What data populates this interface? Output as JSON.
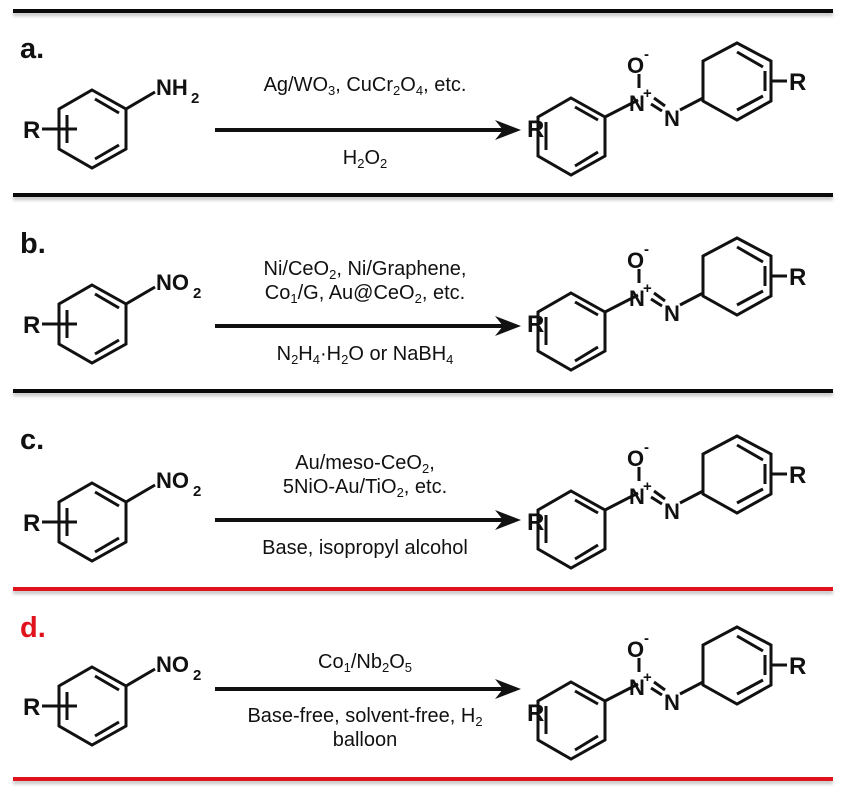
{
  "figure": {
    "accent_color": "#e0121b",
    "separator_color": "#0a0a0a"
  },
  "panels": [
    {
      "label": "a.",
      "highlight": false,
      "reactant": {
        "substituent": "R",
        "group_main": "NH",
        "group_sub": "2"
      },
      "conditions_above": [
        "Ag/WO",
        "3",
        ", CuCr",
        "2",
        "O",
        "4",
        ", etc."
      ],
      "conditions_below": [
        "H",
        "2",
        "O",
        "2",
        "",
        "",
        ""
      ],
      "product": {
        "substituent_left": "R",
        "substituent_right": "R",
        "oxygen": "O",
        "oxygen_charge": "-",
        "n_plus": "N",
        "n_plus_charge": "+",
        "n": "N"
      }
    },
    {
      "label": "b.",
      "highlight": false,
      "reactant": {
        "substituent": "R",
        "group_main": "NO",
        "group_sub": "2"
      },
      "conditions_above_line1": [
        "Ni/CeO",
        "2",
        ", Ni/Graphene,"
      ],
      "conditions_above_line2": [
        "Co",
        "1",
        "/G, Au@CeO",
        "2",
        ", etc."
      ],
      "conditions_below": [
        "N",
        "2",
        "H",
        "4",
        "·H",
        "2",
        "O or NaBH",
        "4"
      ],
      "product": {
        "substituent_left": "R",
        "substituent_right": "R",
        "oxygen": "O",
        "oxygen_charge": "-",
        "n_plus": "N",
        "n_plus_charge": "+",
        "n": "N"
      }
    },
    {
      "label": "c.",
      "highlight": false,
      "reactant": {
        "substituent": "R",
        "group_main": "NO",
        "group_sub": "2"
      },
      "conditions_above_line1": [
        "Au/meso-CeO",
        "2",
        ","
      ],
      "conditions_above_line2": [
        "5NiO-Au/TiO",
        "2",
        ", etc."
      ],
      "conditions_below": [
        "Base, isopropyl alcohol"
      ],
      "product": {
        "substituent_left": "R",
        "substituent_right": "R",
        "oxygen": "O",
        "oxygen_charge": "-",
        "n_plus": "N",
        "n_plus_charge": "+",
        "n": "N"
      }
    },
    {
      "label": "d.",
      "highlight": true,
      "reactant": {
        "substituent": "R",
        "group_main": "NO",
        "group_sub": "2"
      },
      "conditions_above": [
        "Co",
        "1",
        "/Nb",
        "2",
        "O",
        "5"
      ],
      "conditions_below_line1": [
        "Base-free, solvent-free, H",
        "2"
      ],
      "conditions_below_line2": [
        "balloon"
      ],
      "product": {
        "substituent_left": "R",
        "substituent_right": "R",
        "oxygen": "O",
        "oxygen_charge": "-",
        "n_plus": "N",
        "n_plus_charge": "+",
        "n": "N"
      }
    }
  ]
}
